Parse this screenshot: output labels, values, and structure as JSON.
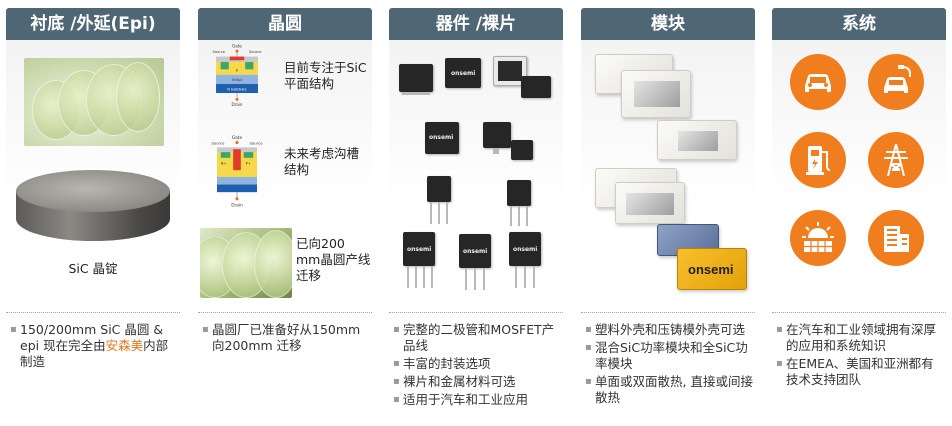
{
  "columns": [
    {
      "title": "衬底 /外延(Epi)",
      "caption": "SiC 晶锭",
      "bullets": [
        {
          "before": "150/200mm SiC 晶圆 & epi 现在完全由",
          "highlight": "安森美",
          "after": "内部制造"
        }
      ]
    },
    {
      "title": "晶圆",
      "diagram_top": {
        "gate": "Gate",
        "source_l": "Source",
        "source_r": "Source",
        "n_epi": "N Epi",
        "substrate": "N Substrate",
        "drain": "Drain",
        "p": "P"
      },
      "diagram_bottom": {
        "gate": "Gate",
        "source_l": "Source",
        "source_r": "Source",
        "drain": "Drain",
        "n": "N+",
        "p": "P+"
      },
      "text_planar": "目前专注于SiC平面结构",
      "text_trench": "未来考虑沟槽结构",
      "text_200mm": "已向200 mm晶圆产线迁移",
      "bullets": [
        "晶圆厂已准备好从150mm向200mm 迁移"
      ]
    },
    {
      "title": "器件 /裸片",
      "logo": "onsemi",
      "bullets": [
        "完整的二极管和MOSFET产品线",
        "丰富的封装选项",
        "裸片和金属材料可选",
        "适用于汽车和工业应用"
      ]
    },
    {
      "title": "模块",
      "logo": "onsemi",
      "bullets": [
        "塑料外壳和压铸模外壳可选",
        "混合SiC功率模块和全SiC功率模块",
        "单面或双面散热, 直接或间接散热"
      ]
    },
    {
      "title": "系统",
      "icons": [
        "car-icon",
        "ev-car-charging-icon",
        "ev-charger-icon",
        "power-tower-icon",
        "solar-sunrise-icon",
        "building-icon"
      ],
      "bullets": [
        "在汽车和工业领域拥有深厚的应用和系统知识",
        "在EMEA、美国和亚洲都有技术支持团队"
      ]
    }
  ],
  "colors": {
    "header": "#4f6774",
    "accent": "#f07e1e",
    "highlight_text": "#e8761f"
  }
}
